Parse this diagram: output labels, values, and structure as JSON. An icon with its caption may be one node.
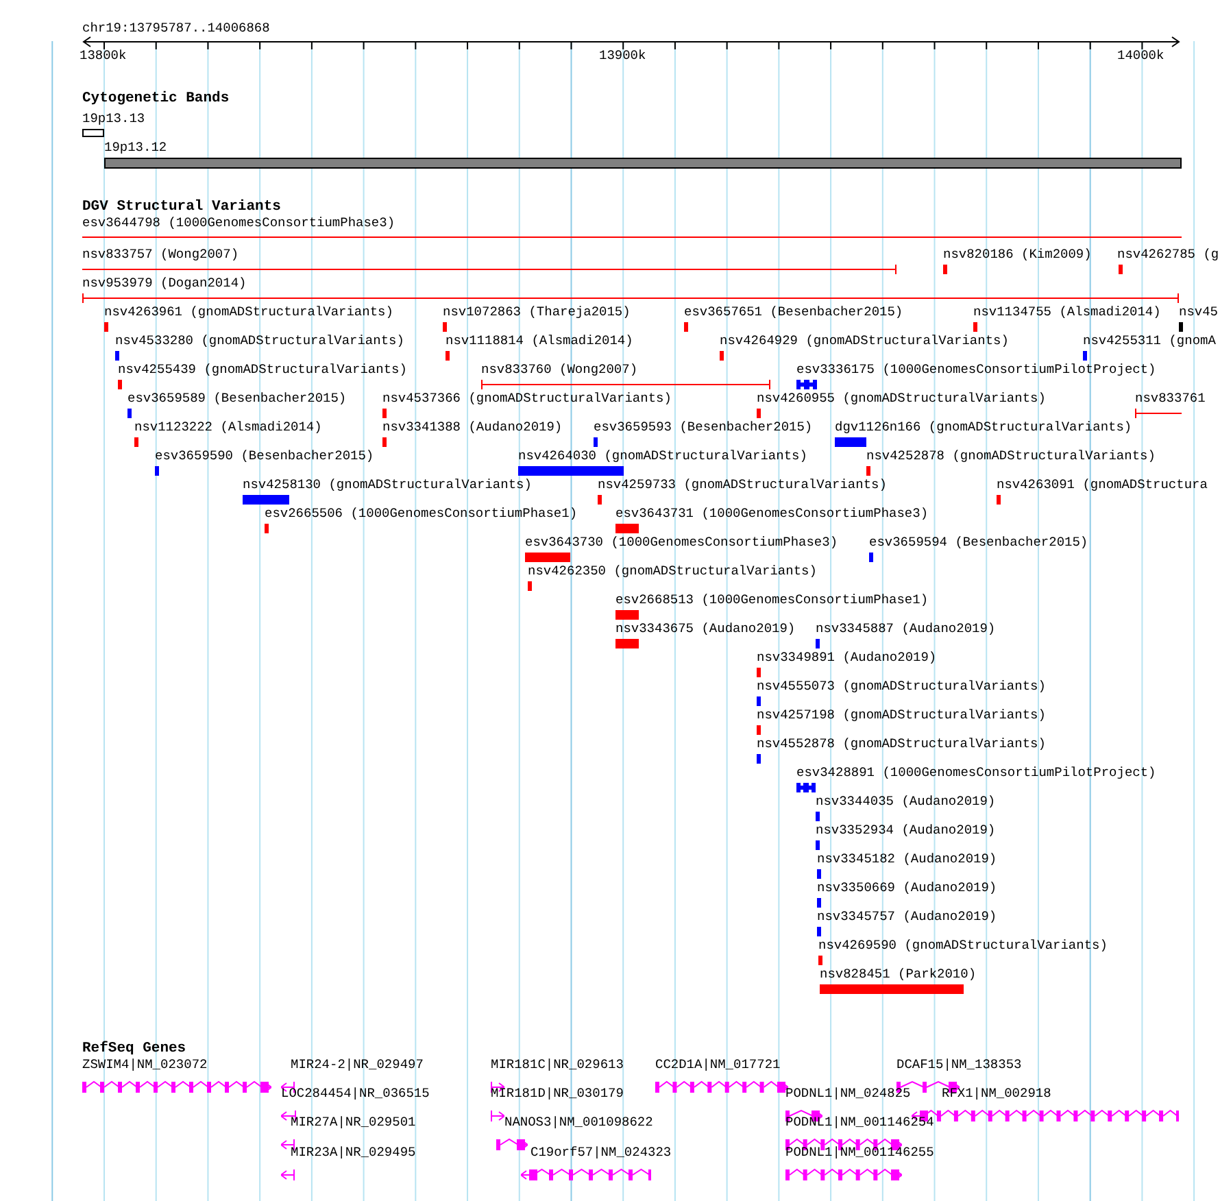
{
  "diagram": {
    "nodes": [
      {
        "text": [
          "19p13.13"
        ]
      },
      {
        "text": [
          "19p13.12"
        ]
      },
      {
        "text": [
          "esv3644798 (1000GenomesConsortiumPhase3)"
        ]
      },
      {
        "text": [
          "nsv833757 (Wong2007)"
        ]
      },
      {
        "text": [
          "nsv820186 (Kim2009)"
        ]
      },
      {
        "text": [
          "nsv4262785 (g"
        ]
      },
      {
        "text": [
          "nsv953979 (Dogan2014)"
        ]
      },
      {
        "text": [
          "nsv4263961 (gnomADStructuralVariants)"
        ]
      },
      {
        "text": [
          "nsv1072863 (Thareja2015)"
        ]
      },
      {
        "text": [
          "esv3657651 (Besenbacher2015)"
        ]
      },
      {
        "text": [
          "nsv1134755 (Alsmadi2014)"
        ]
      },
      {
        "text": [
          "nsv45"
        ]
      },
      {
        "text": [
          "nsv4533280 (gnomADStructuralVariants)"
        ]
      },
      {
        "text": [
          "nsv1118814 (Alsmadi2014)"
        ]
      },
      {
        "text": [
          "nsv4264929 (gnomADStructuralVariants)"
        ]
      },
      {
        "text": [
          "nsv4255311 (gnomA"
        ]
      },
      {
        "text": [
          "nsv4255439 (gnomADStructuralVariants)"
        ]
      },
      {
        "text": [
          "nsv833760 (Wong2007)"
        ]
      },
      {
        "text": [
          "esv3336175 (1000GenomesConsortiumPilotProject)"
        ]
      },
      {
        "text": [
          "esv3659589 (Besenbacher2015)"
        ]
      },
      {
        "text": [
          "nsv4537366 (gnomADStructuralVariants)"
        ]
      },
      {
        "text": [
          "nsv4260955 (gnomADStructuralVariants)"
        ]
      },
      {
        "text": [
          "nsv833761"
        ]
      },
      {
        "text": [
          "nsv1123222 (Alsmadi2014)"
        ]
      },
      {
        "text": [
          "nsv3341388 (Audano2019)"
        ]
      },
      {
        "text": [
          "esv3659593 (Besenbacher2015)"
        ]
      },
      {
        "text": [
          "dgv1126n166 (gnomADStructuralVariants)"
        ]
      },
      {
        "text": [
          "esv3659590 (Besenbacher2015)"
        ]
      },
      {
        "text": [
          "nsv4264030 (gnomADStructuralVariants)"
        ]
      },
      {
        "text": [
          "nsv4252878 (gnomADStructuralVariants)"
        ]
      },
      {
        "text": [
          "nsv4258130 (gnomADStructuralVariants)"
        ]
      },
      {
        "text": [
          "nsv4259733 (gnomADStructuralVariants)"
        ]
      },
      {
        "text": [
          "nsv4263091 (gnomADStructura"
        ]
      },
      {
        "text": [
          "esv2665506 (1000GenomesConsortiumPhase1)"
        ]
      },
      {
        "text": [
          "esv3643731 (1000GenomesConsortiumPhase3)"
        ]
      },
      {
        "text": [
          "esv3643730 (1000GenomesConsortiumPhase3)"
        ]
      },
      {
        "text": [
          "esv3659594 (Besenbacher2015)"
        ]
      },
      {
        "text": [
          "nsv4262350 (gnomADStructuralVariants)"
        ]
      },
      {
        "text": [
          "esv2668513 (1000GenomesConsortiumPhase1)"
        ]
      },
      {
        "text": [
          "nsv3343675 (Audano2019)"
        ]
      },
      {
        "text": [
          "nsv3345887 (Audano2019)"
        ]
      },
      {
        "text": [
          "nsv3349891 (Audano2019)"
        ]
      },
      {
        "text": [
          "nsv4555073 (gnomADStructuralVariants)"
        ]
      },
      {
        "text": [
          "nsv4257198 (gnomADStructuralVariants)"
        ]
      },
      {
        "text": [
          "nsv4552878 (gnomADStructuralVariants)"
        ]
      },
      {
        "text": [
          "esv3428891 (1000GenomesConsortiumPilotProject)"
        ]
      },
      {
        "text": [
          "nsv3344035 (Audano2019)"
        ]
      },
      {
        "text": [
          "nsv3352934 (Audano2019)"
        ]
      },
      {
        "text": [
          "nsv3345182 (Audano2019)"
        ]
      },
      {
        "text": [
          "nsv3350669 (Audano2019)"
        ]
      },
      {
        "text": [
          "nsv3345757 (Audano2019)"
        ]
      },
      {
        "text": [
          "nsv4269590 (gnomADStructuralVariants)"
        ]
      },
      {
        "text": [
          "nsv828451 (Park2010)"
        ]
      },
      {
        "text": [
          "ZSWIM4|NM_023072"
        ]
      },
      {
        "text": [
          "MIR24-2|NR_029497"
        ]
      },
      {
        "text": [
          "MIR181C|NR_029613"
        ]
      },
      {
        "text": [
          "CC2D1A|NM_017721"
        ]
      },
      {
        "text": [
          "DCAF15|NM_138353"
        ]
      },
      {
        "text": [
          "LOC284454|NR_036515"
        ]
      },
      {
        "text": [
          "MIR181D|NR_030179"
        ]
      },
      {
        "text": [
          "PODNL1|NM_024825"
        ]
      },
      {
        "text": [
          "RFX1|NM_002918"
        ]
      },
      {
        "text": [
          "MIR27A|NR_029501"
        ]
      },
      {
        "text": [
          "NANOS3|NM_001098622"
        ]
      },
      {
        "text": [
          "PODNL1|NM_001146254"
        ]
      },
      {
        "text": [
          "MIR23A|NR_029495"
        ]
      },
      {
        "text": [
          "C19orf57|NM_024323"
        ]
      },
      {
        "text": [
          "PODNL1|NM_001146255"
        ]
      }
    ],
    "labels": [
      "chr19:13795787..14006868",
      "13800k",
      "13900k",
      "14000k",
      "Cytogenetic Bands",
      "DGV Structural Variants",
      "RefSeq Genes"
    ]
  }
}
